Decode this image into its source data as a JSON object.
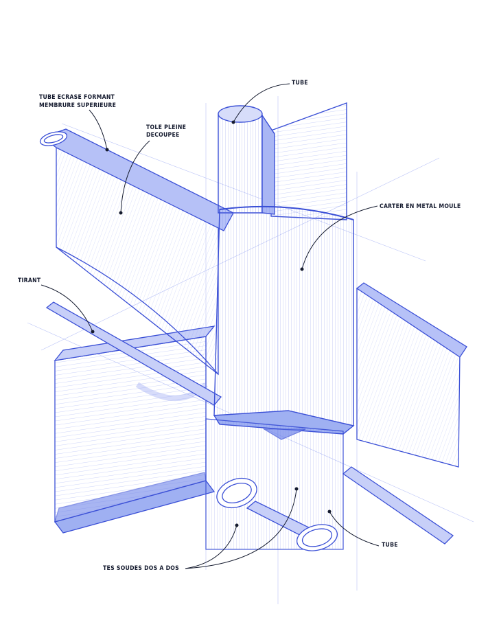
{
  "labels": {
    "tube_top": "TUBE",
    "crushed_tube_line1": "TUBE ECRASE FORMANT",
    "crushed_tube_line2": "MEMBRURE SUPERIEURE",
    "full_sheet_line1": "TOLE PLEINE",
    "full_sheet_line2": "DECOUPEE",
    "casing": "CARTER EN METAL MOULE",
    "tie_rod": "TIRANT",
    "tube_bottom": "TUBE",
    "welded_tubes": "TES SOUDES DOS A DOS"
  },
  "colors": {
    "ink": "#3a4fd6",
    "ink_light": "#8c9cf0",
    "label_text": "#141a2e",
    "leader": "#141a2e"
  }
}
